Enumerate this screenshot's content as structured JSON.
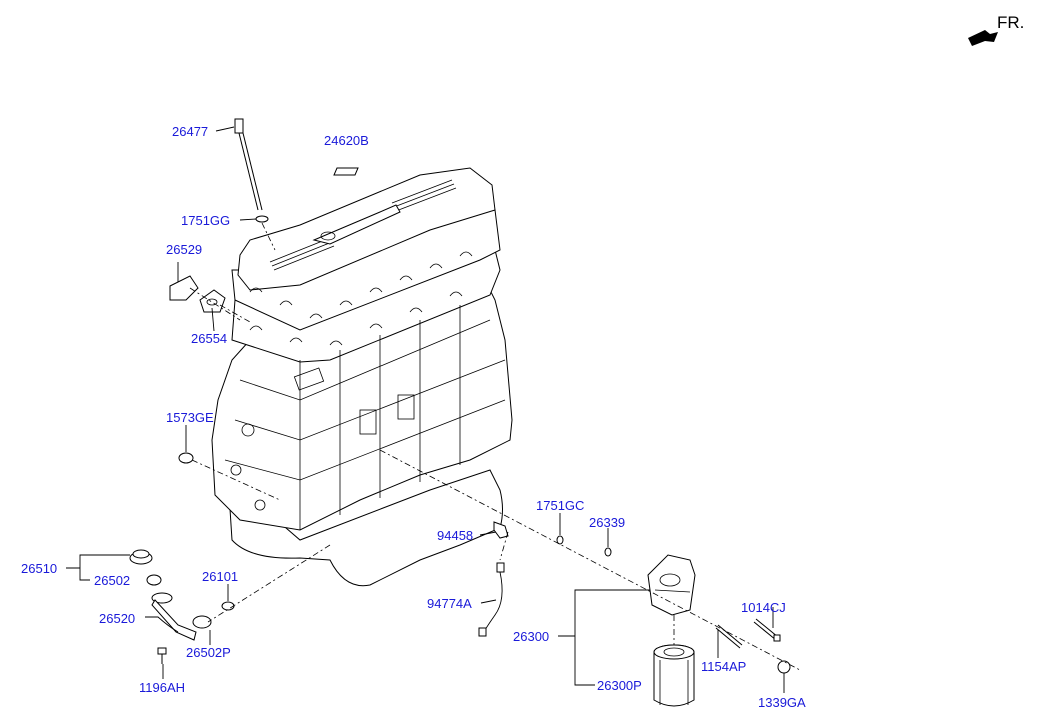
{
  "orientation": {
    "label": "FR."
  },
  "parts": {
    "p26477": "26477",
    "p24620B": "24620B",
    "p1751GG": "1751GG",
    "p26529": "26529",
    "p26554": "26554",
    "p1573GE": "1573GE",
    "p94458": "94458",
    "p1751GC": "1751GC",
    "p26339": "26339",
    "p26510": "26510",
    "p26502": "26502",
    "p26101": "26101",
    "p94774A": "94774A",
    "p26520": "26520",
    "p26502P": "26502P",
    "p1014CJ": "1014CJ",
    "p26300": "26300",
    "p1154AP": "1154AP",
    "p1196AH": "1196AH",
    "p26300P": "26300P",
    "p1339GA": "1339GA"
  },
  "colors": {
    "label": "#1a1ad9",
    "line": "#000000"
  }
}
